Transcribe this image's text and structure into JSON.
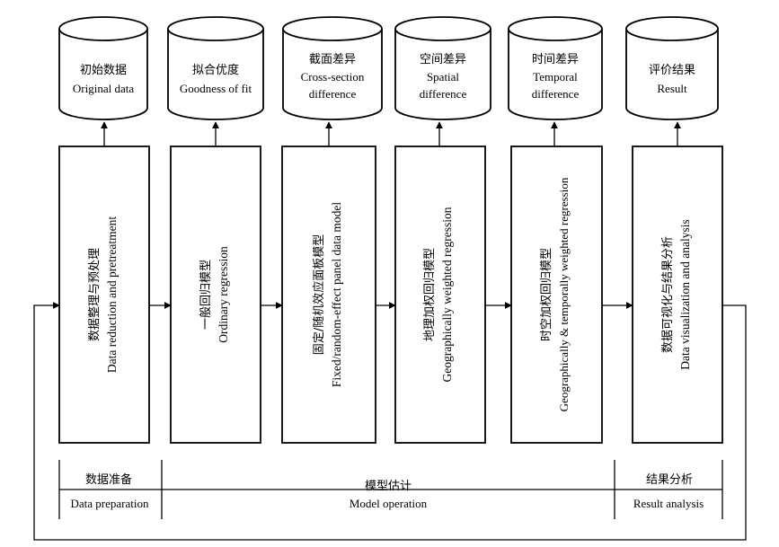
{
  "cylinders": [
    {
      "cn": "初始数据",
      "en1": "Original data",
      "en2": ""
    },
    {
      "cn": "拟合优度",
      "en1": "Goodness of fit",
      "en2": ""
    },
    {
      "cn": "截面差异",
      "en1": "Cross-section",
      "en2": "difference"
    },
    {
      "cn": "空间差异",
      "en1": "Spatial",
      "en2": "difference"
    },
    {
      "cn": "时间差异",
      "en1": "Temporal",
      "en2": "difference"
    },
    {
      "cn": "评价结果",
      "en1": "Result",
      "en2": ""
    }
  ],
  "boxes": [
    {
      "cn": "数据整理与预处理",
      "en": "Data reduction and pretreatment"
    },
    {
      "cn": "一般回归模型",
      "en": "Ordinary regression"
    },
    {
      "cn": "固定/随机效应面板模型",
      "en": "Fixed/random-effect panel data model"
    },
    {
      "cn": "地理加权回归模型",
      "en": "Geographically weighted regression"
    },
    {
      "cn": "时空加权回归模型",
      "en": "Geographically & temporally weighted regression"
    },
    {
      "cn": "数据可视化与结果分析",
      "en": "Data visualization and analysis"
    }
  ],
  "stages": [
    {
      "cn": "数据准备",
      "en": "Data preparation"
    },
    {
      "cn": "模型估计",
      "en": "Model operation"
    },
    {
      "cn": "结果分析",
      "en": "Result analysis"
    }
  ]
}
